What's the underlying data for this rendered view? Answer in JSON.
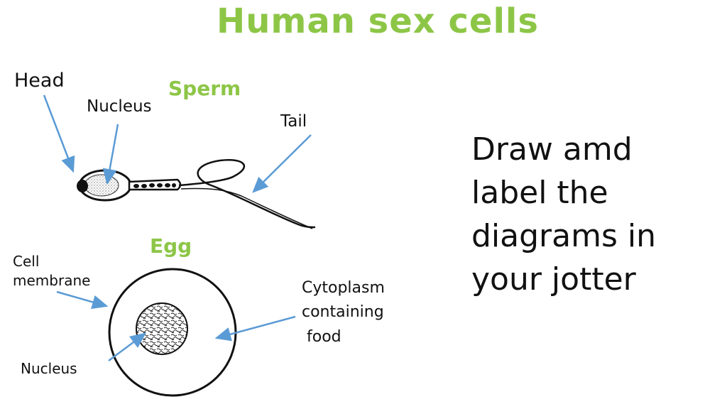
{
  "title": "Human sex cells",
  "instructions": "Draw amd label the diagrams in your jotter",
  "sperm": {
    "heading": "Sperm",
    "labels": {
      "head": "Head",
      "nucleus": "Nucleus",
      "tail": "Tail"
    }
  },
  "egg": {
    "heading": "Egg",
    "labels": {
      "cell_membrane_line1": "Cell",
      "cell_membrane_line2": "membrane",
      "cytoplasm_line1": "Cytoplasm",
      "cytoplasm_line2": "containing",
      "cytoplasm_line3": "food",
      "nucleus": "Nucleus"
    }
  },
  "colors": {
    "title": "#8dc647",
    "arrow": "#5b9bd5",
    "text": "#111111"
  }
}
